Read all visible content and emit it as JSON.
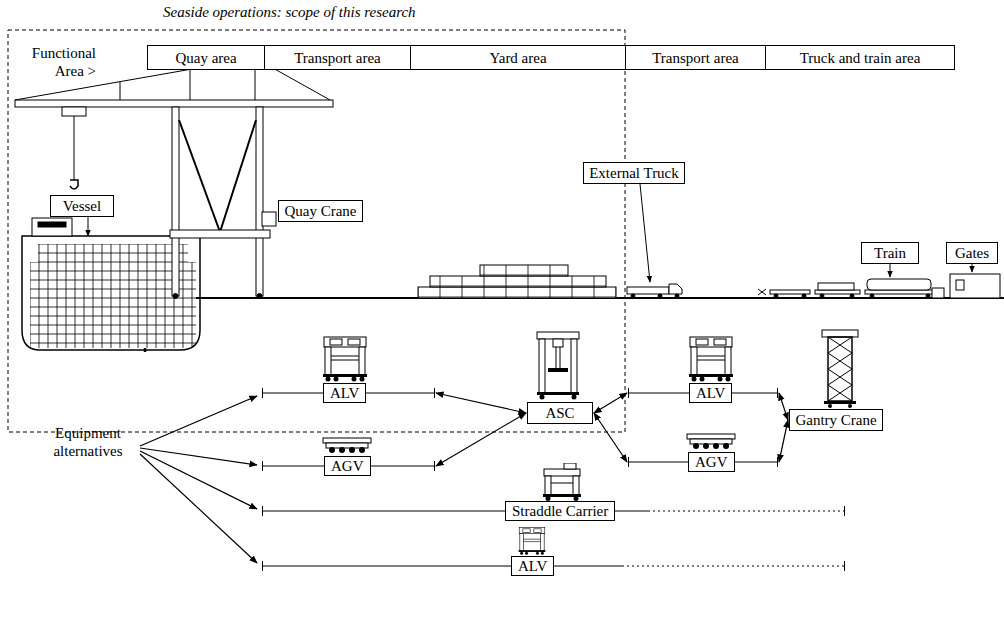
{
  "diagram": {
    "nodes": [
      {
        "text": [
          "Quay area"
        ]
      },
      {
        "text": [
          "Transport area"
        ]
      },
      {
        "text": [
          "Yard area"
        ]
      },
      {
        "text": [
          "Transport area"
        ]
      },
      {
        "text": [
          "Truck and train area"
        ]
      },
      {
        "text": [
          "Vessel"
        ]
      },
      {
        "text": [
          "Quay Crane"
        ]
      },
      {
        "text": [
          "External Truck"
        ]
      },
      {
        "text": [
          "Train"
        ]
      },
      {
        "text": [
          "Gates"
        ]
      },
      {
        "text": [
          "ALV"
        ]
      },
      {
        "text": [
          "ASC"
        ]
      },
      {
        "text": [
          "ALV"
        ]
      },
      {
        "text": [
          "Gantry Crane"
        ]
      },
      {
        "text": [
          "AGV"
        ]
      },
      {
        "text": [
          "AGV"
        ]
      },
      {
        "text": [
          "Straddle Carrier"
        ]
      },
      {
        "text": [
          "ALV"
        ]
      }
    ],
    "edges": [
      {
        "from": 10,
        "to": 11,
        "arrow": "both"
      },
      {
        "from": 14,
        "to": 11,
        "arrow": "both"
      },
      {
        "from": 11,
        "to": 12,
        "arrow": "both"
      },
      {
        "from": 11,
        "to": 15,
        "arrow": "both"
      },
      {
        "from": 12,
        "to": 13,
        "arrow": "both"
      },
      {
        "from": 15,
        "to": 13,
        "arrow": "both"
      }
    ],
    "labels": [
      "Seaside operations: scope of this research",
      "Functional Area >",
      "Equipment alternatives"
    ]
  }
}
